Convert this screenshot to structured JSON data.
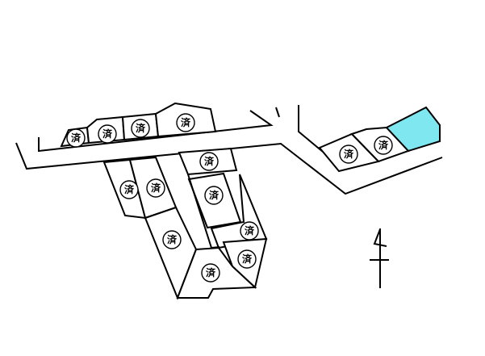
{
  "map": {
    "sold_mark": "済",
    "available_color": "#7fe7f0",
    "line_color": "#000000",
    "background": "#ffffff"
  },
  "lots": [
    {
      "id": "lot-01",
      "status": "sold"
    },
    {
      "id": "lot-02",
      "status": "sold"
    },
    {
      "id": "lot-03",
      "status": "sold"
    },
    {
      "id": "lot-04",
      "status": "sold"
    },
    {
      "id": "lot-05",
      "status": "sold"
    },
    {
      "id": "lot-06",
      "status": "sold"
    },
    {
      "id": "lot-07",
      "status": "sold"
    },
    {
      "id": "lot-08",
      "status": "sold"
    },
    {
      "id": "lot-09",
      "status": "sold"
    },
    {
      "id": "lot-10",
      "status": "sold"
    },
    {
      "id": "lot-11",
      "status": "sold"
    },
    {
      "id": "lot-12",
      "status": "sold"
    },
    {
      "id": "lot-13",
      "status": "sold"
    },
    {
      "id": "lot-14",
      "status": "sold"
    },
    {
      "id": "lot-15",
      "status": "available"
    }
  ],
  "north_arrow": {
    "icon": "north-arrow-icon"
  }
}
